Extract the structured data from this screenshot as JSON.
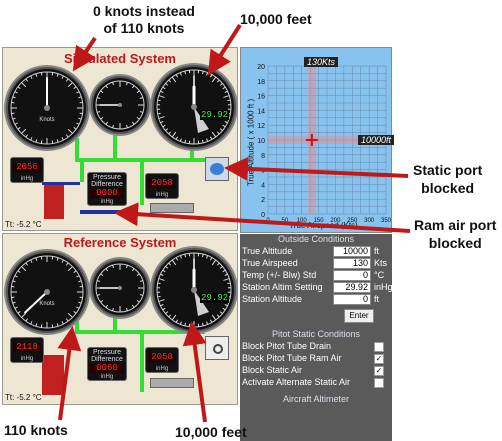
{
  "annotations": {
    "top_left": "0 knots instead\nof 110 knots",
    "top_right": "10,000 feet",
    "static_port": "Static port\nblocked",
    "ram_air": "Ram air port\nblocked",
    "bottom_left": "110 knots",
    "bottom_right": "10,000 feet"
  },
  "simulated": {
    "title": "Simulated System",
    "airspeed_label": "Knots",
    "airspeed_value_knots": 0,
    "altimeter_setting": "29.92",
    "pressure_top": "2056",
    "pressure_right": "2058",
    "pressure_diff_label": "Pressure Difference",
    "pressure_diff_value": "0000",
    "unit": "inHg",
    "temp": "Tt:  -5.2 °C"
  },
  "reference": {
    "title": "Reference System",
    "airspeed_value_knots": 110,
    "altimeter_setting": "29.92",
    "pressure_top": "2118",
    "pressure_right": "2058",
    "pressure_diff_label": "Pressure Difference",
    "pressure_diff_value": "0060",
    "unit": "inHg",
    "temp": "Tt:  -5.2 °C"
  },
  "plot": {
    "speed_readout": "130Kts",
    "alt_readout": "10000ft",
    "ylabel": "True Altitude ( x 1000 ft )",
    "xlabel": "True Airspeed (Kts)",
    "y_ticks": [
      "20",
      "18",
      "16",
      "14",
      "12",
      "10",
      "8",
      "6",
      "4",
      "2",
      "0"
    ],
    "x_ticks": [
      "0",
      "50",
      "100",
      "150",
      "200",
      "250",
      "300",
      "350"
    ]
  },
  "outside": {
    "header": "Outside Conditions",
    "rows": [
      {
        "label": "True Altitude",
        "value": "10000",
        "unit": "ft"
      },
      {
        "label": "True Airspeed",
        "value": "130",
        "unit": "Kts"
      },
      {
        "label": "Temp (+/- Blw) Std",
        "value": "0",
        "unit": "°C"
      },
      {
        "label": "Station Altim Setting",
        "value": "29.92",
        "unit": "inHg"
      },
      {
        "label": "Station Altitude",
        "value": "0",
        "unit": "ft"
      }
    ],
    "enter": "Enter"
  },
  "pitot": {
    "header": "Pitot Static Conditions",
    "rows": [
      {
        "label": "Block Pitot Tube Drain",
        "checked": ""
      },
      {
        "label": "Block Pitot Tube Ram Air",
        "checked": "✓"
      },
      {
        "label": "Block Static Air",
        "checked": "✓"
      },
      {
        "label": "Activate Alternate Static Air",
        "checked": ""
      }
    ],
    "footer": "Aircraft Altimeter"
  },
  "colors": {
    "panel": "#ece6d2",
    "plot_bg": "#87c3ee",
    "pipe": "#33dd33",
    "arrow": "#c01818"
  }
}
